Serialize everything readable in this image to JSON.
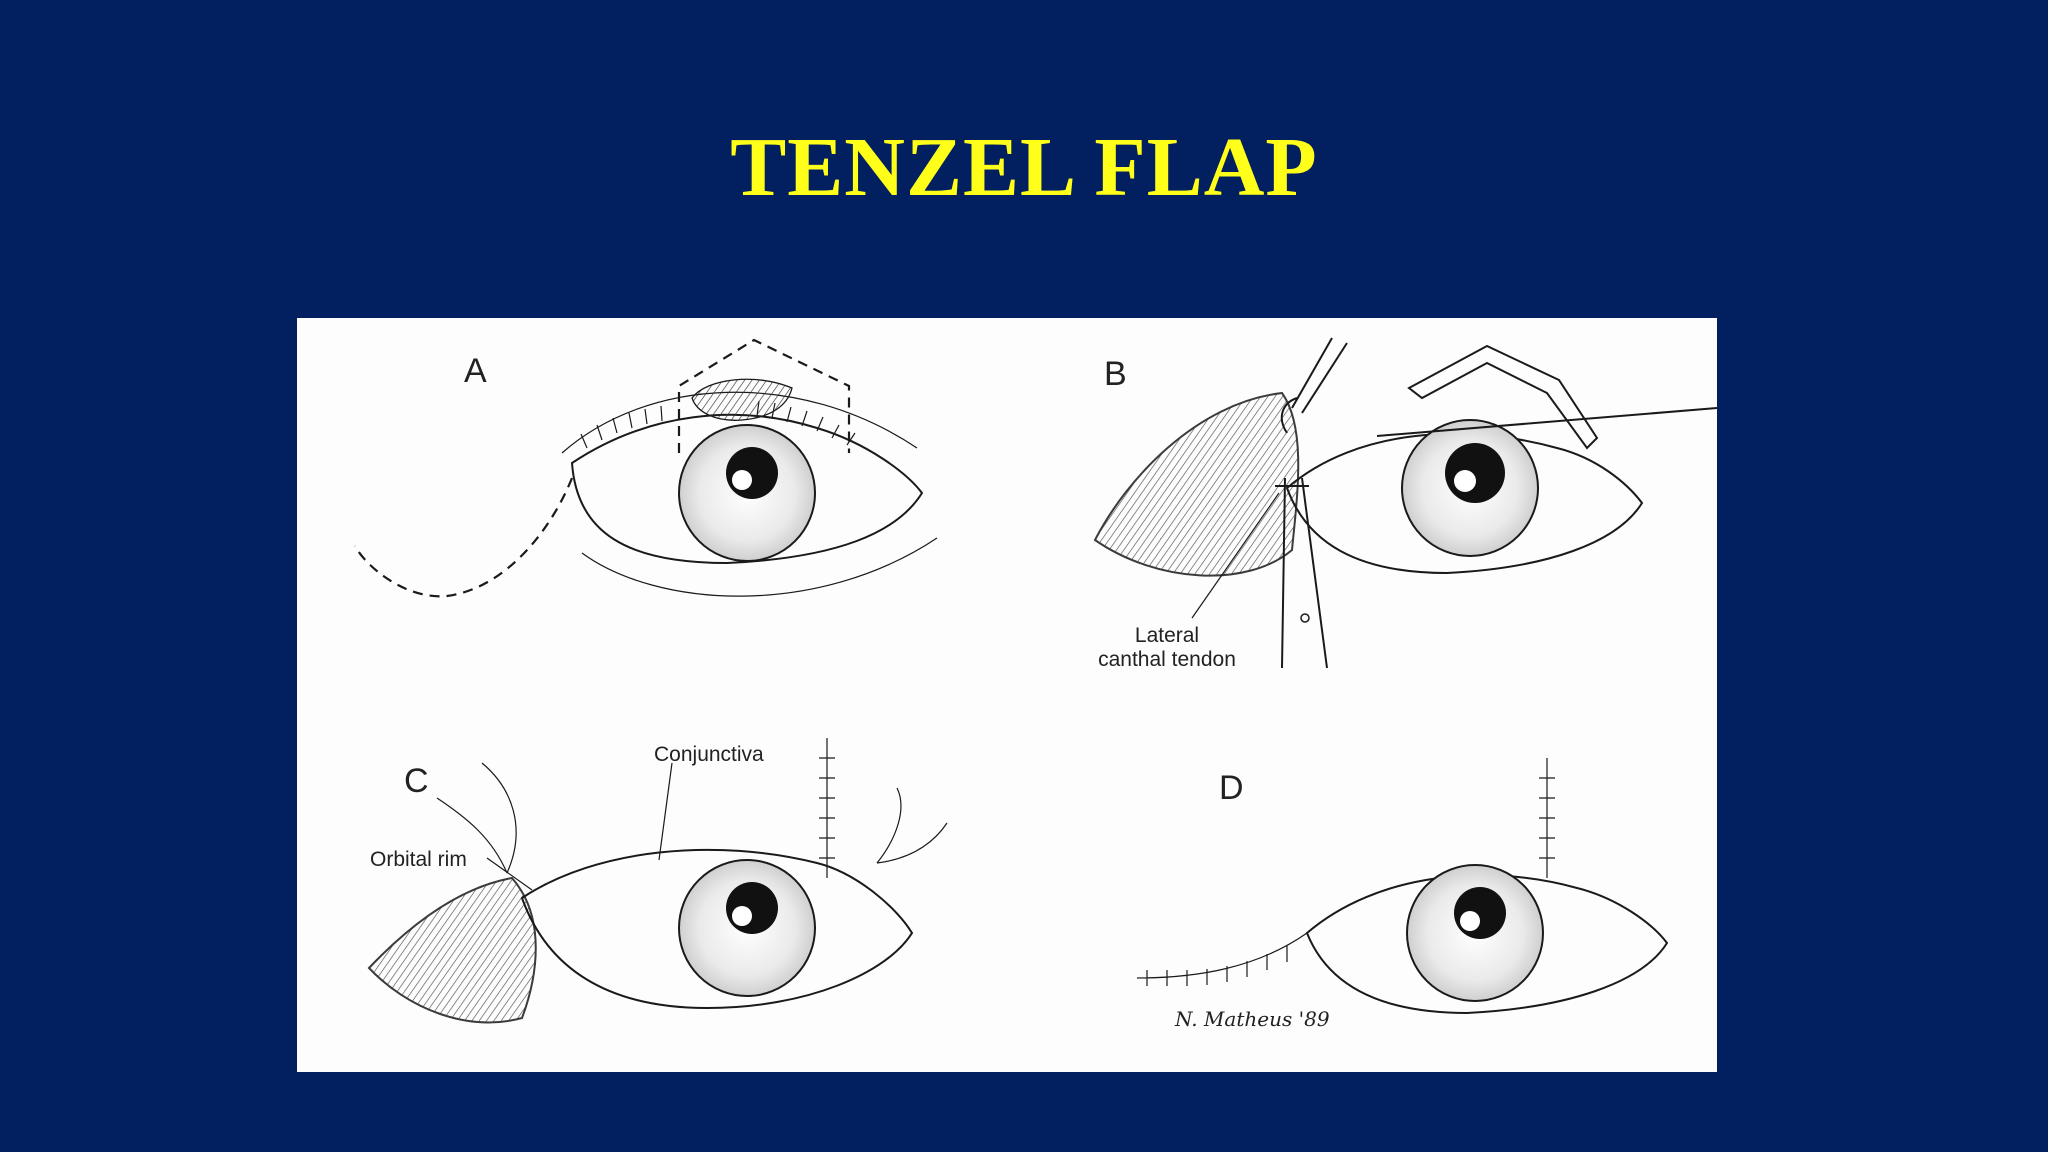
{
  "slide": {
    "title": "TENZEL FLAP",
    "background_color": "#02205f",
    "title_color": "#ffff1a"
  },
  "figure": {
    "panels": [
      {
        "letter": "A"
      },
      {
        "letter": "B",
        "label_line1": "Lateral",
        "label_line2": "canthal tendon"
      },
      {
        "letter": "C",
        "label_conjunctiva": "Conjunctiva",
        "label_orbital_rim": "Orbital rim"
      },
      {
        "letter": "D",
        "signature": "N. Matheus '89"
      }
    ]
  }
}
